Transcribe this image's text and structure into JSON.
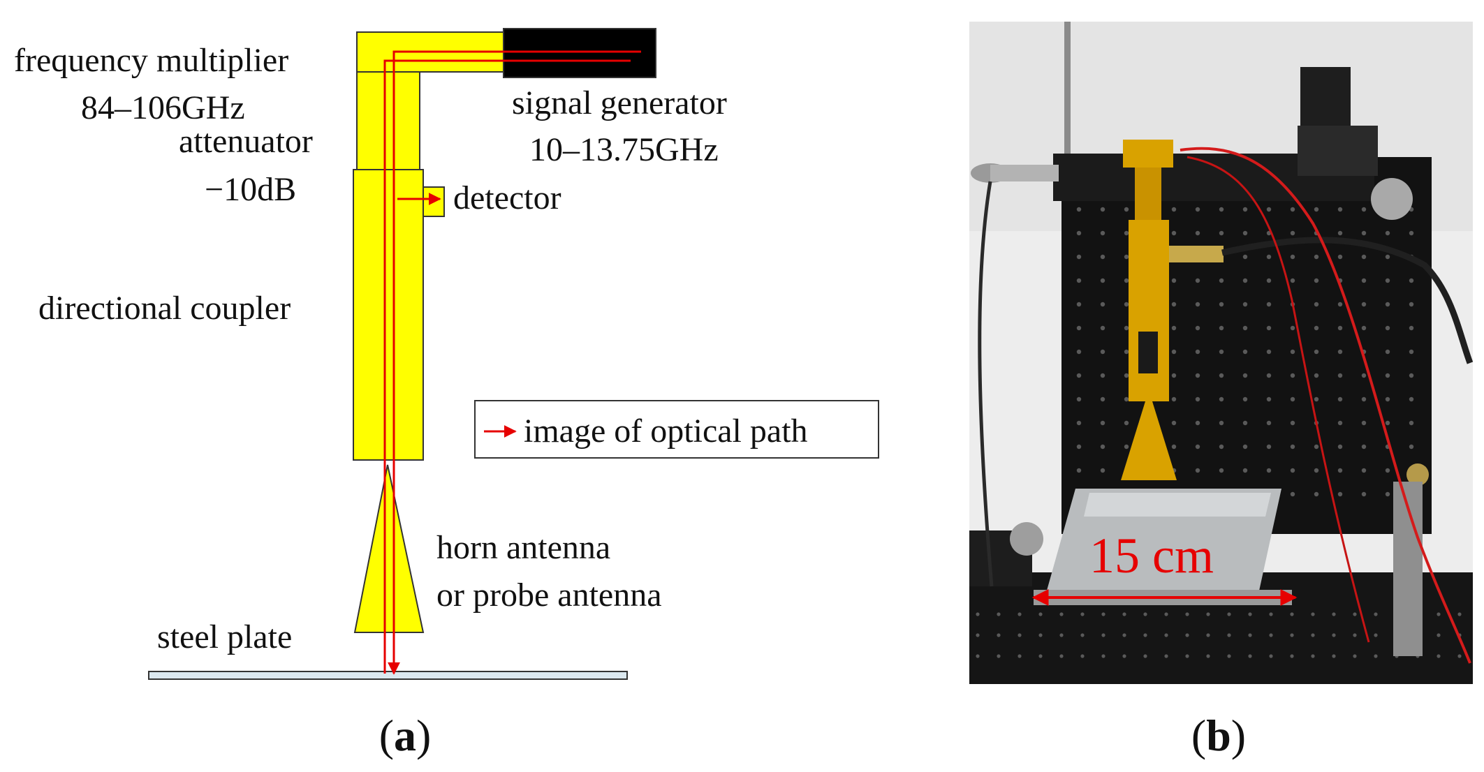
{
  "colors": {
    "component_fill": "#ffff00",
    "outline": "#333333",
    "signal_path": "#e60000",
    "generator_fill": "#000000",
    "plate_fill": "#dbe8ef",
    "photo_bg": "#ededed",
    "board": "#121212",
    "waveguide_gold": "#d9a200",
    "scale_annotation": "#e60000"
  },
  "panel_a": {
    "letter": "a",
    "labels": {
      "frequency_multiplier": "frequency multiplier",
      "frequency_multiplier_range": "84–106GHz",
      "signal_generator": "signal generator",
      "signal_generator_range": "10–13.75GHz",
      "attenuator": "attenuator",
      "attenuator_value": "−10dB",
      "detector": "detector",
      "directional_coupler": "directional coupler",
      "horn_antenna": "horn antenna",
      "probe_antenna": "or probe antenna",
      "steel_plate": "steel plate"
    },
    "legend": {
      "label": "image of optical path"
    }
  },
  "panel_b": {
    "letter": "b",
    "scale_label": "15 cm",
    "icon": "photo-icon"
  }
}
